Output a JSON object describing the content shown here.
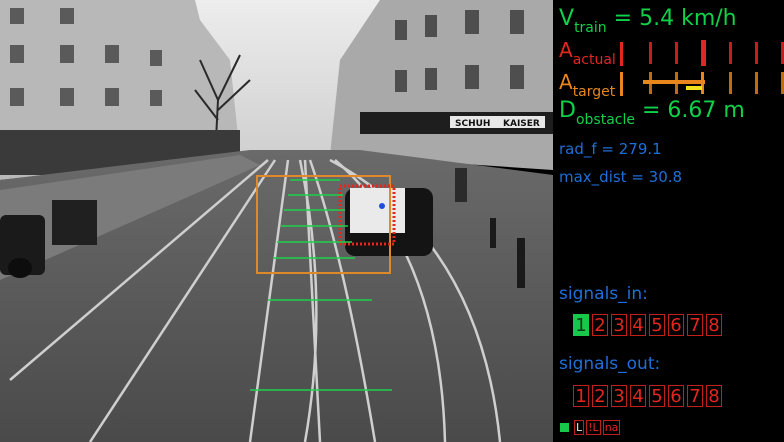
{
  "hud": {
    "v_train": {
      "symbol": "V",
      "subscript": "train",
      "equals": "=",
      "value": "5.4",
      "unit": "km/h"
    },
    "a_actual": {
      "symbol": "A",
      "subscript": "actual"
    },
    "a_target": {
      "symbol": "A",
      "subscript": "target"
    },
    "d_obstacle": {
      "symbol": "D",
      "subscript": "obstacle",
      "equals": "=",
      "value": "6.67",
      "unit": "m"
    },
    "rad_f": "rad_f = 279.1",
    "max_dist": "max_dist = 30.8",
    "signals_in": {
      "label": "signals_in:",
      "items": [
        {
          "label": "1",
          "active": true
        },
        {
          "label": "2",
          "active": false
        },
        {
          "label": "3",
          "active": false
        },
        {
          "label": "4",
          "active": false
        },
        {
          "label": "5",
          "active": false
        },
        {
          "label": "6",
          "active": false
        },
        {
          "label": "7",
          "active": false
        },
        {
          "label": "8",
          "active": false
        }
      ]
    },
    "signals_out": {
      "label": "signals_out:",
      "items": [
        {
          "label": "1",
          "active": false
        },
        {
          "label": "2",
          "active": false
        },
        {
          "label": "3",
          "active": false
        },
        {
          "label": "4",
          "active": false
        },
        {
          "label": "5",
          "active": false
        },
        {
          "label": "6",
          "active": false
        },
        {
          "label": "7",
          "active": false
        },
        {
          "label": "8",
          "active": false
        }
      ]
    },
    "legend": [
      "L",
      "!L",
      "na"
    ]
  },
  "camera": {
    "sign_shop": "SCHUH",
    "sign_shop2": "KAISER"
  },
  "colors": {
    "green": "#0fd14a",
    "red": "#e3261e",
    "orange": "#e9871b",
    "blue": "#1f6fd8"
  }
}
